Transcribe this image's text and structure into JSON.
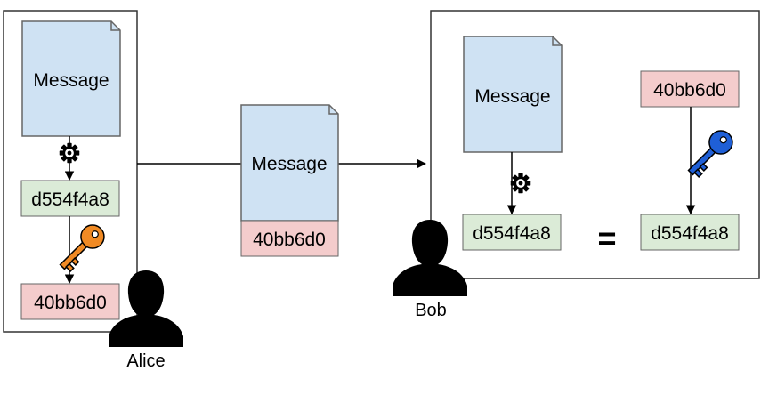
{
  "colors": {
    "document_fill": "#cfe2f3",
    "hash_fill": "#dbebd7",
    "signature_fill": "#f4cccc",
    "box_stroke": "#666666",
    "private_key": "#f08a24",
    "public_key": "#1f5fd6",
    "line": "#000000"
  },
  "alice": {
    "name": "Alice",
    "message_label": "Message",
    "hash_value": "d554f4a8",
    "signature_value": "40bb6d0",
    "hash_icon": "gear-icon",
    "key_icon": "private-key-icon"
  },
  "transfer": {
    "message_label": "Message",
    "signature_value": "40bb6d0"
  },
  "bob": {
    "name": "Bob",
    "message_label": "Message",
    "computed_hash_value": "d554f4a8",
    "signature_value": "40bb6d0",
    "decrypted_hash_value": "d554f4a8",
    "equals_symbol": "=",
    "hash_icon": "gear-icon",
    "key_icon": "public-key-icon"
  }
}
